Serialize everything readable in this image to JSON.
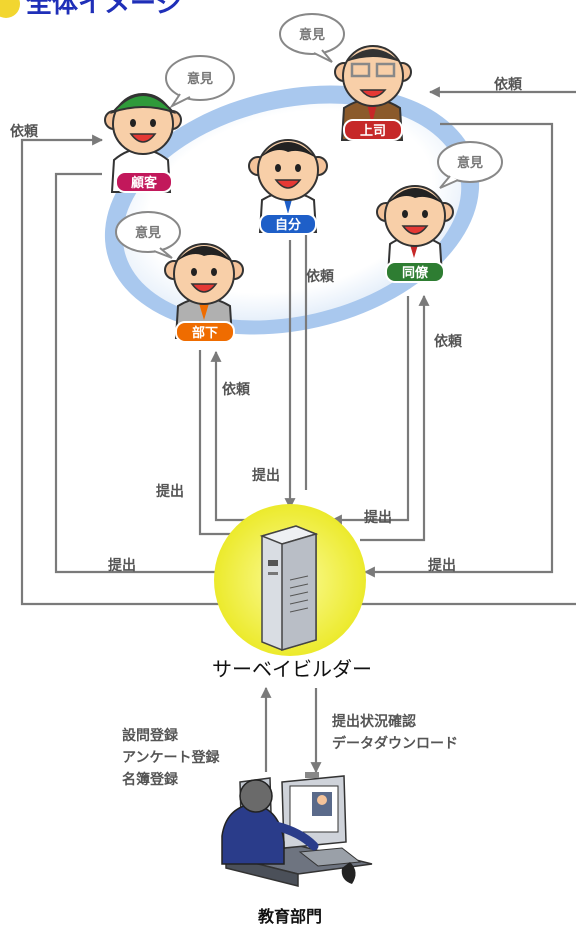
{
  "title": "全体イメージ",
  "colors": {
    "title": "#1f2fb8",
    "arrow": "#7a7a7a",
    "ellipse_outer": "#a9c8ee",
    "ellipse_inner": "#ffffff",
    "server_glow": "#f2f04a",
    "badge_customer": "#c2185b",
    "badge_boss": "#c62828",
    "badge_self": "#1e5fc8",
    "badge_colleague": "#2e7d32",
    "badge_subordinate": "#ef6c00"
  },
  "people": {
    "customer": {
      "badge": "顧客",
      "bubble": "意見"
    },
    "boss": {
      "badge": "上司",
      "bubble": "意見"
    },
    "self": {
      "badge": "自分"
    },
    "colleague": {
      "badge": "同僚",
      "bubble": "意見"
    },
    "subordinate": {
      "badge": "部下",
      "bubble": "意見"
    }
  },
  "labels": {
    "request_right_top": "依頼",
    "request_left": "依頼",
    "request_self": "依頼",
    "request_colleague": "依頼",
    "request_subordinate": "依頼",
    "submit_subordinate": "提出",
    "submit_self": "提出",
    "submit_colleague": "提出",
    "submit_customer": "提出",
    "submit_boss": "提出"
  },
  "server": {
    "name": "サーベイビルダー",
    "icon": "server-icon"
  },
  "education": {
    "name": "教育部門",
    "icon": "computer-user-icon",
    "to_server": [
      "設問登録",
      "アンケート登録",
      "名簿登録"
    ],
    "from_server": [
      "提出状況確認",
      "データダウンロード"
    ]
  }
}
